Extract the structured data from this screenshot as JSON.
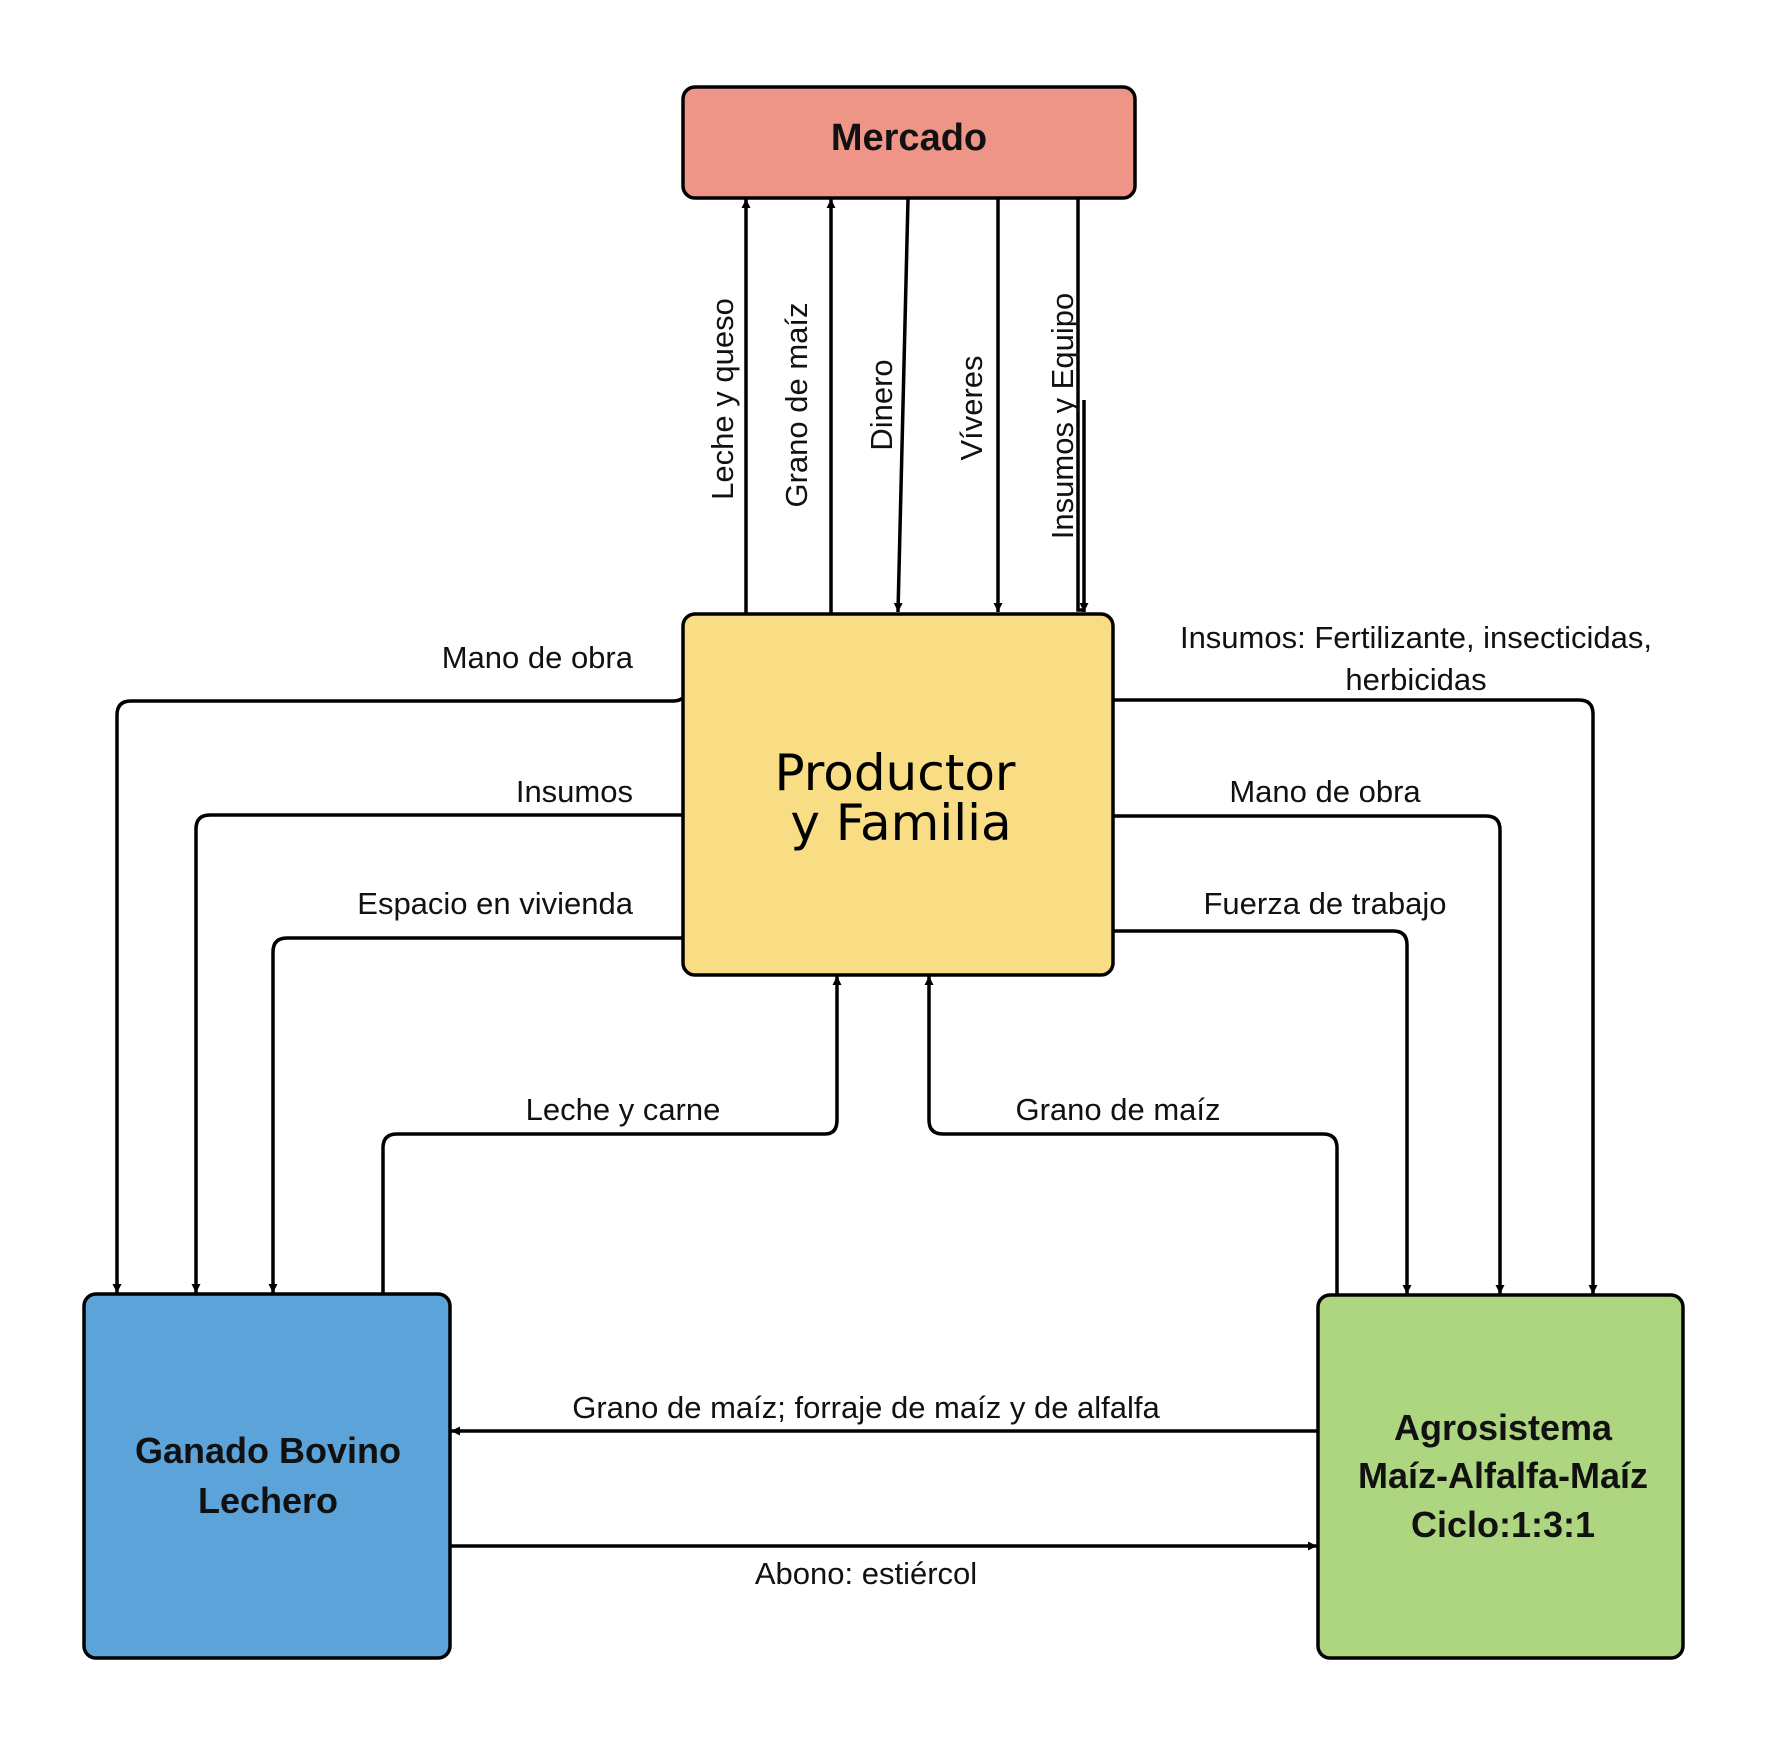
{
  "diagram": {
    "type": "flow",
    "colors": {
      "mercado": "#EE9588",
      "productor": "#F8DD84",
      "ganado": "#5BA3D9",
      "agrosistema": "#AED681",
      "stroke": "#000000",
      "ganado_text": "#0B1E3A",
      "agro_text": "#10240A"
    },
    "nodes": {
      "mercado": {
        "lines": [
          "Mercado"
        ]
      },
      "productor": {
        "lines": [
          "Productor",
          "y Familia"
        ]
      },
      "ganado": {
        "lines": [
          "Ganado Bovino",
          "Lechero"
        ]
      },
      "agrosistema": {
        "lines": [
          "Agrosistema",
          "Maíz-Alfalfa-Maíz",
          "Ciclo:1:3:1"
        ]
      }
    },
    "edges": {
      "productor_to_mercado_leche": {
        "from": "Productor y Familia",
        "to": "Mercado",
        "label": "Leche y queso"
      },
      "productor_to_mercado_grano": {
        "from": "Productor y Familia",
        "to": "Mercado",
        "label": "Grano de maíz"
      },
      "mercado_to_productor_dinero": {
        "from": "Mercado",
        "to": "Productor y Familia",
        "label": "Dinero"
      },
      "mercado_to_productor_viveres": {
        "from": "Mercado",
        "to": "Productor y Familia",
        "label": "Víveres"
      },
      "mercado_to_productor_insumos": {
        "from": "Mercado",
        "to": "Productor y Familia",
        "label": "Insumos y Equipo"
      },
      "productor_to_ganado_mano": {
        "from": "Productor y Familia",
        "to": "Ganado Bovino Lechero",
        "label": "Mano de obra"
      },
      "productor_to_ganado_insumos": {
        "from": "Productor y Familia",
        "to": "Ganado Bovino Lechero",
        "label": "Insumos"
      },
      "productor_to_ganado_espacio": {
        "from": "Productor y Familia",
        "to": "Ganado Bovino Lechero",
        "label": "Espacio en vivienda"
      },
      "productor_to_agro_insumos": {
        "from": "Productor y Familia",
        "to": "Agrosistema",
        "label_lines": [
          "Insumos: Fertilizante, insecticidas,",
          "herbicidas"
        ]
      },
      "productor_to_agro_mano": {
        "from": "Productor y Familia",
        "to": "Agrosistema",
        "label": "Mano de obra"
      },
      "productor_to_agro_fuerza": {
        "from": "Productor y Familia",
        "to": "Agrosistema",
        "label": "Fuerza de trabajo"
      },
      "ganado_to_productor": {
        "from": "Ganado Bovino Lechero",
        "to": "Productor y Familia",
        "label": "Leche y carne"
      },
      "agro_to_productor": {
        "from": "Agrosistema",
        "to": "Productor y Familia",
        "label": "Grano de maíz"
      },
      "agro_to_ganado": {
        "from": "Agrosistema",
        "to": "Ganado Bovino Lechero",
        "label": "Grano de maíz; forraje de maíz y de alfalfa"
      },
      "ganado_to_agro": {
        "from": "Ganado Bovino Lechero",
        "to": "Agrosistema",
        "label": "Abono: estiércol"
      }
    }
  }
}
